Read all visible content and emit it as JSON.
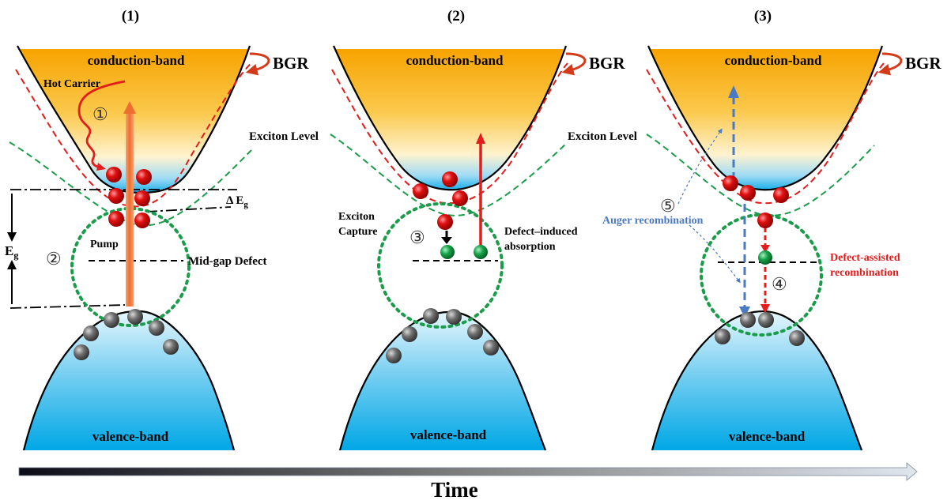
{
  "panels": [
    {
      "title": "(1)",
      "conduction_label": "conduction-band",
      "valence_label": "valence-band",
      "bgr_label": "BGR",
      "hot_carrier_label": "Hot Carrier",
      "exciton_level_label": "Exciton Level",
      "delta_eg_label": "Δ E",
      "delta_eg_sub": "g",
      "eg_label": "E",
      "eg_sub": "g",
      "pump_label": "Pump",
      "midgap_label": "Mid-gap Defect",
      "step1": "①",
      "step2": "②"
    },
    {
      "title": "(2)",
      "conduction_label": "conduction-band",
      "valence_label": "valence-band",
      "bgr_label": "BGR",
      "exciton_level_label": "Exciton Level",
      "exciton_capture_line1": "Exciton",
      "exciton_capture_line2": "Capture",
      "defect_absorption_line1": "Defect–induced",
      "defect_absorption_line2": "absorption",
      "step3": "③"
    },
    {
      "title": "(3)",
      "conduction_label": "conduction-band",
      "valence_label": "valence-band",
      "bgr_label": "BGR",
      "auger_label": "Auger recombination",
      "defect_assisted_line1": "Defect-assisted",
      "defect_assisted_line2": "recombination",
      "step4": "④",
      "step5": "⑤"
    }
  ],
  "time_label": "Time",
  "colors": {
    "conduction_top": "#f7a300",
    "conduction_mid": "#ffe9a8",
    "conduction_bottom": "#1aaee8",
    "valence_top": "#d8f2fc",
    "valence_bottom": "#00a7e6",
    "electron": "#e01010",
    "hole": "#707070",
    "defect": "#16a24a",
    "exciton_dash": "#1a9c4a",
    "bgr_dash": "#e51c1c",
    "auger": "#4a7ac2",
    "defect_assisted": "#e51c1c",
    "pump": "#f07a3c"
  },
  "icons": {
    "bgr_arrow": "curved-arrow-icon",
    "time_arrow": "gradient-arrow-icon"
  }
}
